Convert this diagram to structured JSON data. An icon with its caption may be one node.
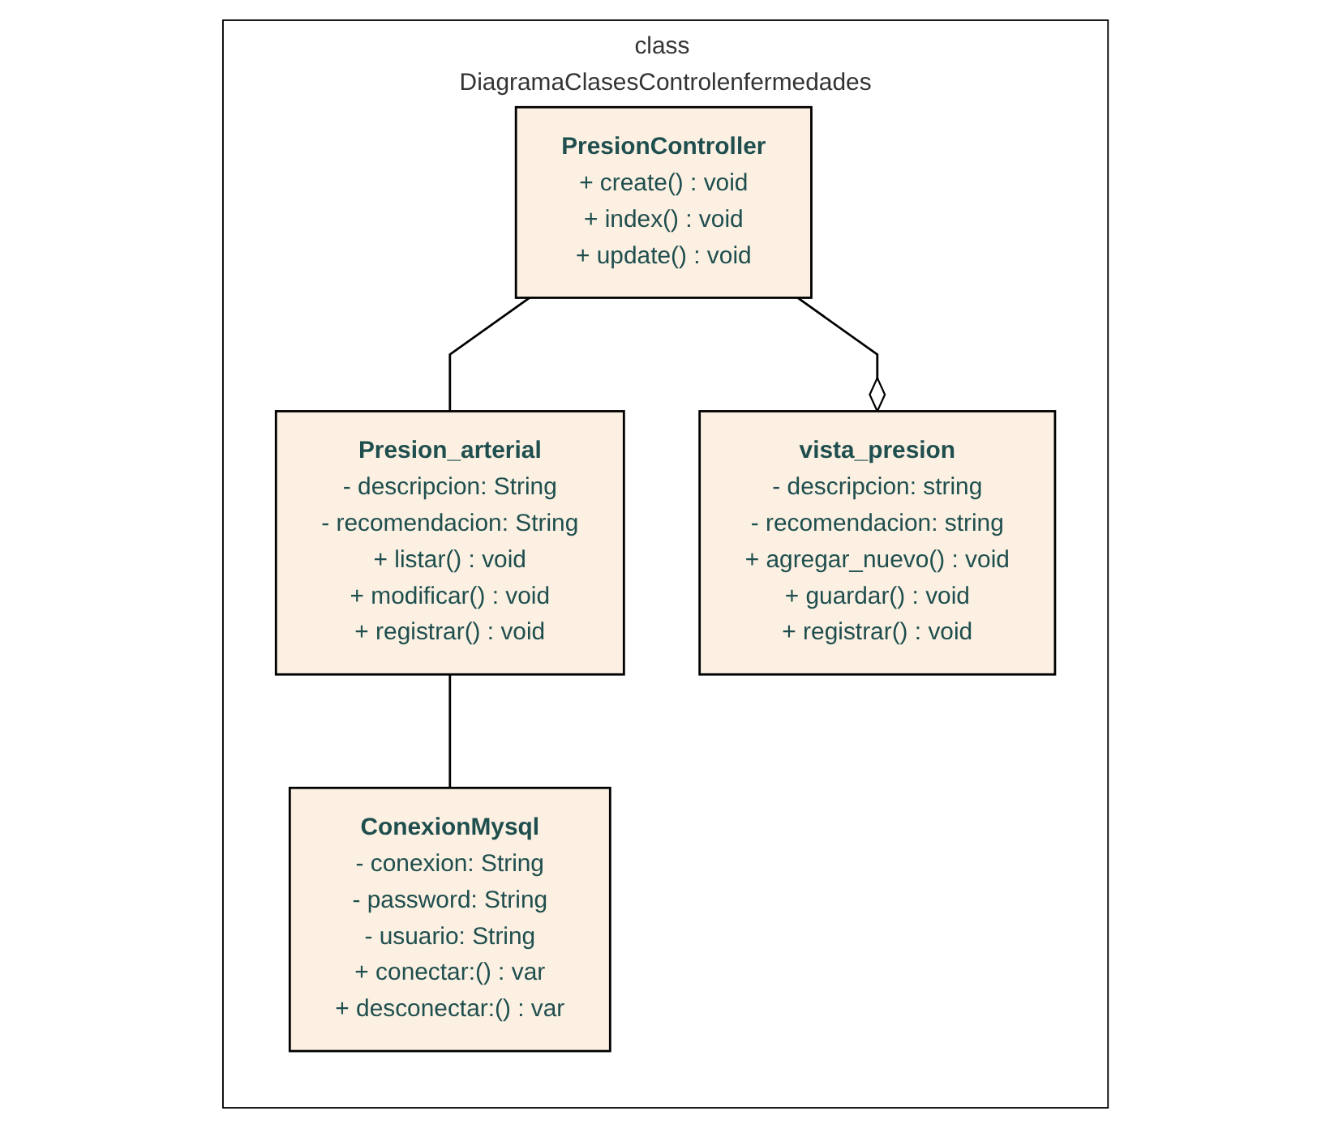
{
  "diagram": {
    "nodes": [
      {
        "text": [
          "class DiagramaClasesControlenfermedades"
        ]
      },
      {
        "text": [
          "PresionController",
          "+ create() : void",
          "+ index() : void",
          "+ update() : void"
        ],
        "in": 0
      },
      {
        "text": [
          "Presion_arterial",
          "- descripcion: String",
          "- recomendacion: String",
          "+ listar() : void",
          "+ modificar() : void",
          "+ registrar() : void"
        ],
        "in": 0
      },
      {
        "text": [
          "vista_presion",
          "- descripcion: string",
          "- recomendacion: string",
          "+ agregar_nuevo() : void",
          "+ guardar() : void",
          "+ registrar() : void"
        ],
        "in": 0
      },
      {
        "text": [
          "ConexionMysql",
          "- conexion: String",
          "- password: String",
          "- usuario: String",
          "+ conectar:() : var",
          "+ desconectar:() : var"
        ],
        "in": 0
      }
    ],
    "edges": [
      {
        "from": 1,
        "to": 2,
        "arrow": "none"
      },
      {
        "from": 1,
        "to": 3,
        "arrow": "other"
      },
      {
        "from": 2,
        "to": 4,
        "arrow": "none"
      }
    ]
  }
}
